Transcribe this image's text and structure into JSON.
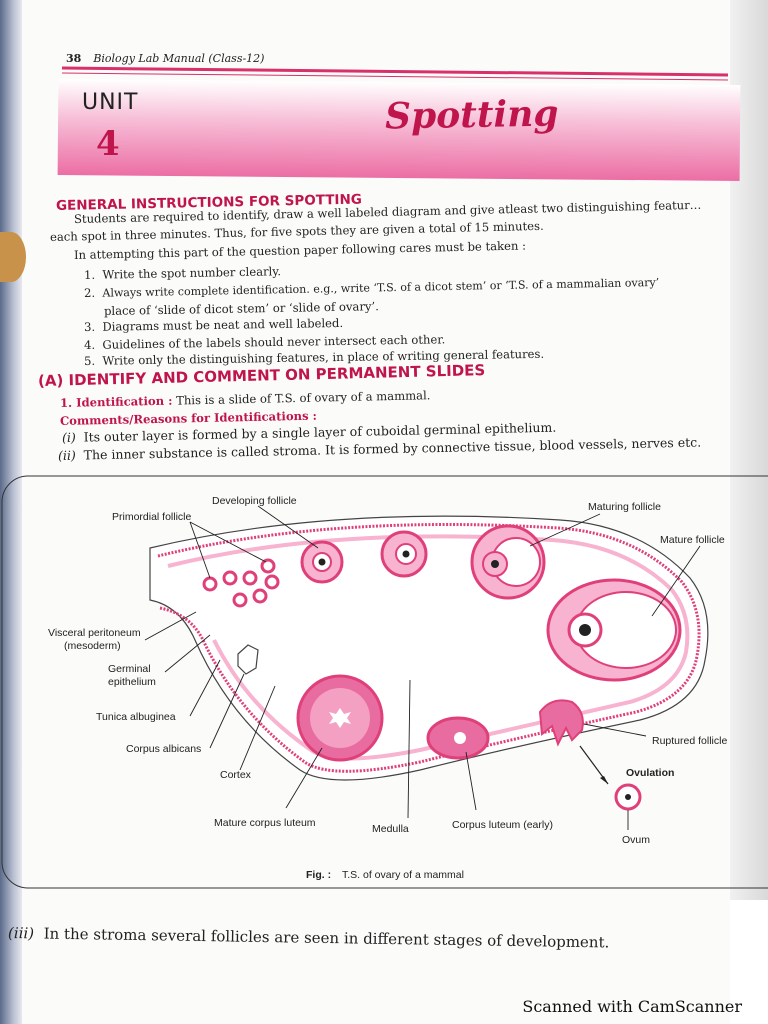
{
  "header": {
    "page_no": "38",
    "book_title": "Biology Lab Manual (Class-12)"
  },
  "unit": {
    "word": "UNIT",
    "number": "4",
    "title": "Spotting"
  },
  "section_general": {
    "heading": "GENERAL INSTRUCTIONS FOR SPOTTING",
    "para1_line1": "Students are required to identify, draw a well labeled diagram and give atleast two distinguishing featur…",
    "para1_line2": "each spot in three minutes. Thus, for five spots they are given a total of 15 minutes.",
    "para2": "In attempting this part of the question paper following cares must be taken :",
    "items": [
      {
        "num": "1.",
        "text": "Write the spot number clearly."
      },
      {
        "num": "2.",
        "text": "Always write complete identification. e.g., write ‘T.S. of a dicot stem’ or ‘T.S. of a mammalian ovary’"
      },
      {
        "num": "",
        "text": "place of ‘slide of dicot stem’ or ‘slide of ovary’."
      },
      {
        "num": "3.",
        "text": "Diagrams must be neat and well labeled."
      },
      {
        "num": "4.",
        "text": "Guidelines of the labels should never intersect each other."
      },
      {
        "num": "5.",
        "text": "Write only the distinguishing features, in place of writing general features."
      }
    ]
  },
  "section_a": {
    "heading": "(A) IDENTIFY AND COMMENT ON PERMANENT SLIDES",
    "ident_label": "1. Identification :",
    "ident_text": "This is a slide of T.S. of ovary of a mammal.",
    "comments_label": "Comments/Reasons for Identifications :",
    "points": [
      {
        "num": "(i)",
        "text": "Its outer layer is formed by a single layer of cuboidal germinal epithelium."
      },
      {
        "num": "(ii)",
        "text": "The inner substance is called stroma. It is formed by connective tissue, blood vessels, nerves etc."
      }
    ]
  },
  "figure": {
    "labels": {
      "primordial": "Primordial follicle",
      "developing": "Developing follicle",
      "maturing": "Maturing follicle",
      "mature": "Mature follicle",
      "visceral1": "Visceral peritoneum",
      "visceral2": "(mesoderm)",
      "germinal1": "Germinal",
      "germinal2": "epithelium",
      "tunica": "Tunica albuginea",
      "albicans": "Corpus albicans",
      "cortex": "Cortex",
      "ruptured": "Ruptured follicle",
      "ovulation": "Ovulation",
      "mature_cl": "Mature corpus luteum",
      "medulla": "Medulla",
      "early_cl": "Corpus luteum (early)",
      "ovum": "Ovum"
    },
    "caption_prefix": "Fig. :",
    "caption": "T.S. of ovary of a mammal",
    "colors": {
      "pink": "#e0407a",
      "light_pink": "#f7b3cf"
    }
  },
  "bottom": {
    "num": "(iii)",
    "text": "In the stroma several follicles are seen in different stages of development."
  },
  "watermark": "Scanned with CamScanner"
}
